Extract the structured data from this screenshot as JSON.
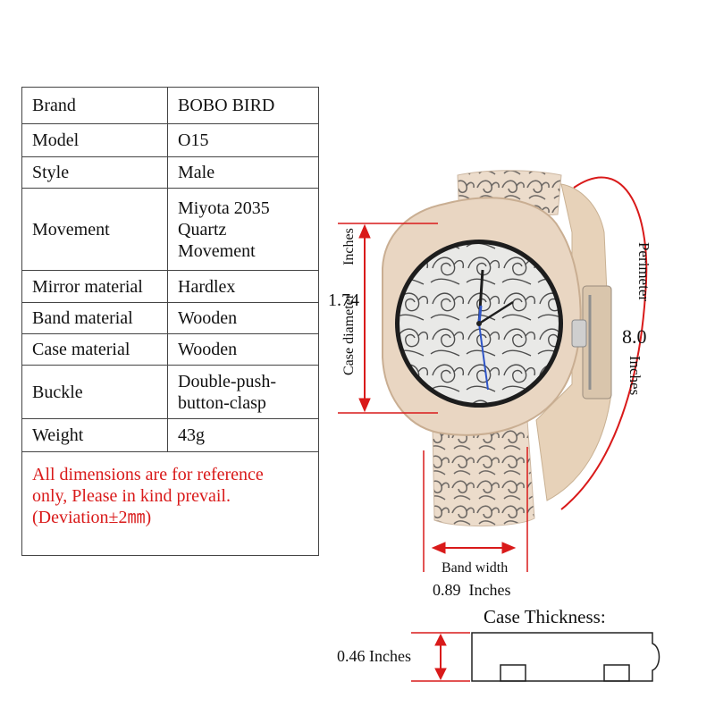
{
  "specs": [
    {
      "key": "Brand",
      "value": "BOBO BIRD"
    },
    {
      "key": "Model",
      "value": "O15"
    },
    {
      "key": "Style",
      "value": "Male"
    },
    {
      "key": "Movement",
      "value_lines": [
        "Miyota 2035",
        "Quartz",
        "Movement"
      ]
    },
    {
      "key": "Mirror material",
      "value": "Hardlex"
    },
    {
      "key": "Band material",
      "value": "Wooden"
    },
    {
      "key": "Case material",
      "value": "Wooden"
    },
    {
      "key": "Buckle",
      "value_lines": [
        "Double-push-",
        "button-clasp"
      ]
    },
    {
      "key": "Weight",
      "value": "43g"
    }
  ],
  "note": {
    "lines": [
      "All dimensions are for reference",
      "only, Please in kind prevail.",
      "(Deviation±2㎜)"
    ],
    "color": "#d91a1a"
  },
  "dimensions": {
    "case_diameter": {
      "label": "Case diameter",
      "unit": "Inches",
      "value": "1.74"
    },
    "perimeter": {
      "label": "Perimeter",
      "unit": "Inches",
      "value": "8.0"
    },
    "band_width": {
      "label": "Band width",
      "value": "0.89",
      "unit": "Inches"
    },
    "case_thickness": {
      "title": "Case Thickness:",
      "value": "0.46",
      "unit": "Inches"
    }
  },
  "colors": {
    "accent": "#d91a1a",
    "wood": "#e8d3bd",
    "pattern": "#6f6a66"
  },
  "icons": {
    "product": "wooden-watch-illustration",
    "thickness": "case-profile-outline"
  }
}
